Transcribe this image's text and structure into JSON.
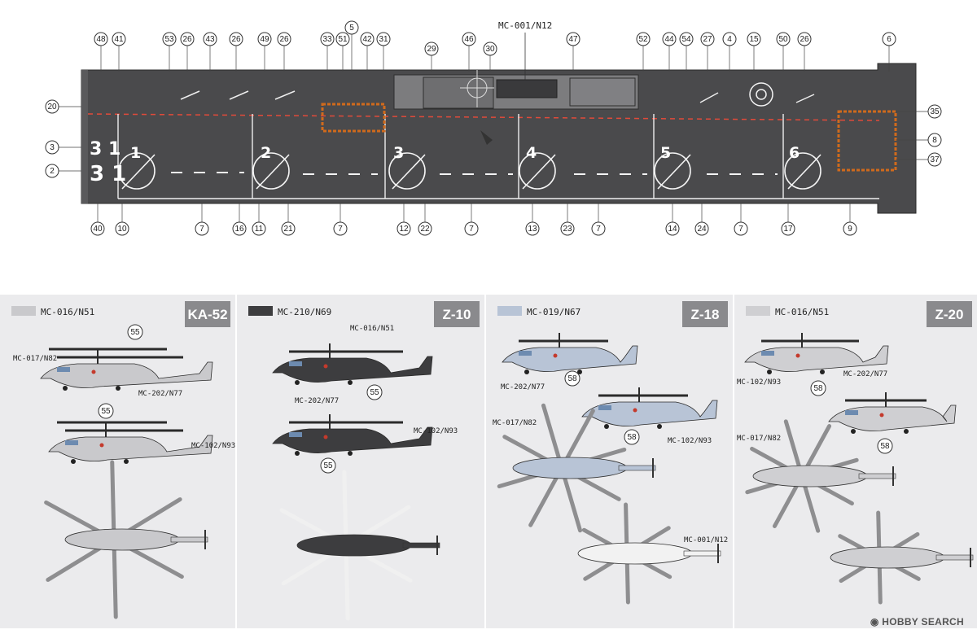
{
  "deck": {
    "paint_ref": "MC-001/N12",
    "spot_numbers": [
      "1",
      "2",
      "3",
      "4",
      "5",
      "6"
    ],
    "bow_number_lines": [
      "3 1",
      "3 1"
    ],
    "callouts_top": [
      "48",
      "41",
      "53",
      "26",
      "43",
      "26",
      "49",
      "26",
      "33",
      "51",
      "42",
      "31",
      "5",
      "29",
      "46",
      "30",
      "47",
      "52",
      "44",
      "54",
      "27",
      "4",
      "15",
      "50",
      "26",
      "6"
    ],
    "callouts_left": [
      "20",
      "3",
      "2"
    ],
    "callouts_right": [
      "35",
      "8",
      "37"
    ],
    "callouts_bottom": [
      "40",
      "10",
      "7",
      "16",
      "11",
      "21",
      "7",
      "12",
      "22",
      "7",
      "13",
      "23",
      "7",
      "14",
      "24",
      "7",
      "17",
      "9"
    ]
  },
  "panels": [
    {
      "title": "KA-52",
      "swatch_color": "#c9c9cc",
      "main_ref": "MC-016/N51",
      "refs": [
        "MC-017/N82",
        "MC-202/N77",
        "MC-102/N93"
      ],
      "callouts": [
        "55",
        "55"
      ]
    },
    {
      "title": "Z-10",
      "swatch_color": "#3d3d3f",
      "main_ref": "MC-210/N69",
      "refs": [
        "MC-016/N51",
        "MC-202/N77",
        "MC-102/N93"
      ],
      "callouts": [
        "55",
        "55"
      ]
    },
    {
      "title": "Z-18",
      "swatch_color": "#b8c4d6",
      "main_ref": "MC-019/N67",
      "refs": [
        "MC-202/N77",
        "MC-102/N93",
        "MC-017/N82",
        "MC-001/N12"
      ],
      "callouts": [
        "58",
        "58"
      ]
    },
    {
      "title": "Z-20",
      "swatch_color": "#cfcfd2",
      "main_ref": "MC-016/N51",
      "refs": [
        "MC-102/N93",
        "MC-202/N77",
        "MC-017/N82"
      ],
      "callouts": [
        "58",
        "58"
      ]
    }
  ],
  "watermark": "HOBBY SEARCH",
  "colors": {
    "deck": "#4a4a4c",
    "panel_bg": "#ebebed",
    "title_tab": "#8a8a8d",
    "hazard": "#d06a1c"
  }
}
